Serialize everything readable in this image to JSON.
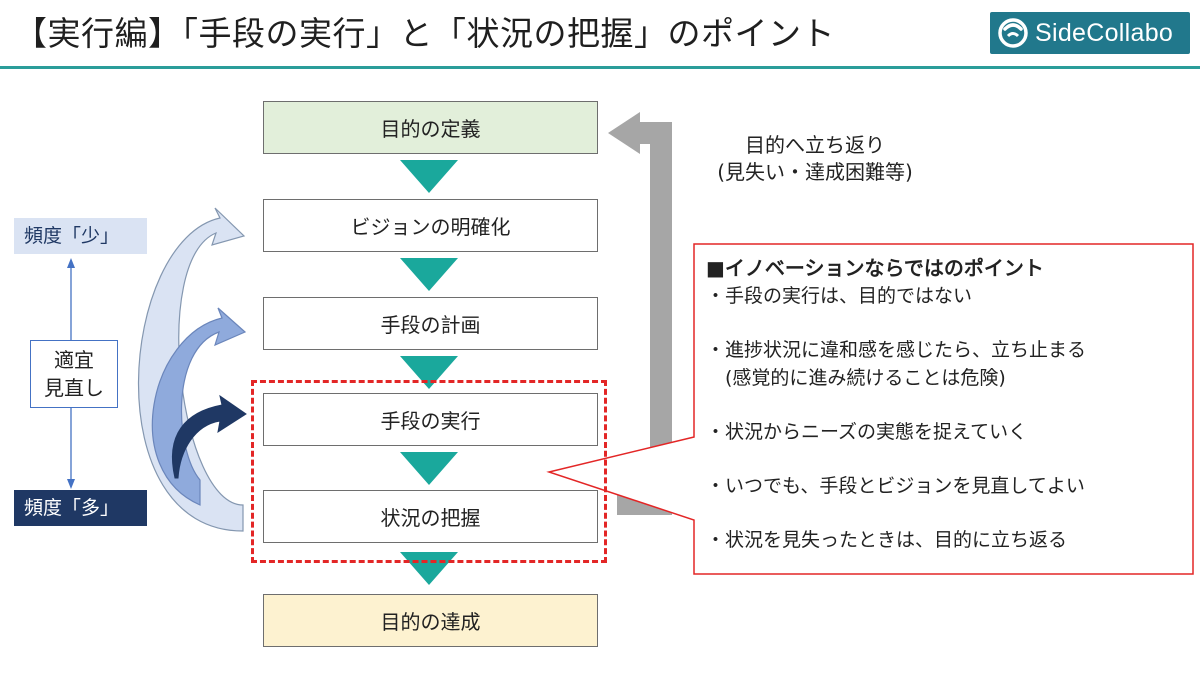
{
  "title": "【実行編】「手段の実行」と「状況の把握」のポイント",
  "logo": {
    "text": "SideCollabo",
    "icon": "sidecollabo-logo-icon",
    "color": "#21788c"
  },
  "flow": {
    "steps": [
      "目的の定義",
      "ビジョンの明確化",
      "手段の計画",
      "手段の実行",
      "状況の把握",
      "目的の達成"
    ],
    "arrow_color": "#1aa89c"
  },
  "frequency": {
    "low": "頻度「少」",
    "high": "頻度「多」",
    "review": [
      "適宜",
      "見直し"
    ]
  },
  "return_loop": {
    "line1": "目的へ立ち返り",
    "line2": "(見失い・達成困難等)"
  },
  "callout": {
    "heading": "■イノベーションならではのポイント",
    "items": [
      [
        "・手段の実行は、目的ではない"
      ],
      [
        "・進捗状況に違和感を感じたら、立ち止まる",
        "　(感覚的に進み続けることは危険)"
      ],
      [
        "・状況からニーズの実態を捉えていく"
      ],
      [
        "・いつでも、手段とビジョンを見直してよい"
      ],
      [
        "・状況を見失ったときは、目的に立ち返る"
      ]
    ],
    "border_color": "#e32626"
  },
  "colors": {
    "title_rule": "#2a9d9a",
    "low": "#dae3f3",
    "high": "#1f3864"
  }
}
